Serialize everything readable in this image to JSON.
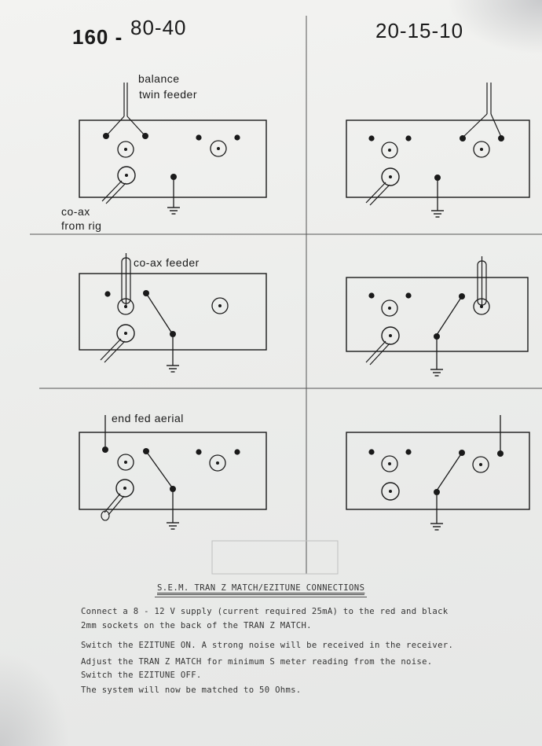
{
  "header": {
    "page_fragment": "160 -",
    "bands_low": "80-40",
    "bands_high": "20-15-10"
  },
  "labels": {
    "balance_twin_feeder_1": "balance",
    "balance_twin_feeder_2": "twin feeder",
    "coax_from_rig_1": "co-ax",
    "coax_from_rig_2": "from rig",
    "coax_feeder": "co-ax feeder",
    "end_fed_aerial": "end fed aerial"
  },
  "notes": {
    "title": "S.E.M. TRAN Z MATCH/EZITUNE CONNECTIONS",
    "lines": [
      "Connect a 8 - 12 V supply (current required 25mA) to the red and black",
      "2mm sockets on the back of the TRAN Z MATCH.",
      "Switch the EZITUNE ON.  A strong noise will be received in the receiver.",
      "Adjust the TRAN Z MATCH for minimum S meter reading from the noise.",
      "Switch the EZITUNE OFF.",
      "The system will now be matched to 50 Ohms."
    ]
  },
  "colors": {
    "ink": "#1a1a1a",
    "paper": "#eeeeec",
    "typed": "#333333"
  }
}
